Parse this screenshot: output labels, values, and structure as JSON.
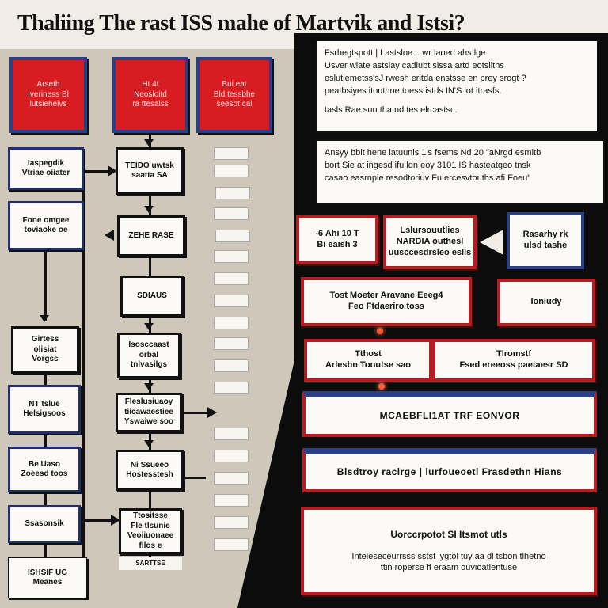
{
  "title": "Thaliing The rast ISS mahe of Martvik and Istsi?",
  "left": {
    "red_headers": [
      [
        "Arseth",
        "Iveriness Bl",
        "lutsieheivs"
      ],
      [
        "Ht 4t",
        "Neosloitd",
        "ra ttesalss"
      ],
      [
        "Bui eat",
        "Bld tessbhe",
        "seesot cal"
      ]
    ],
    "col1_nodes": [
      [
        "Iaspegdik",
        "Vtriae oiiater"
      ],
      [
        "Fone omgee",
        "toviaoke oe"
      ],
      [
        "Girtess",
        "olisiat",
        "Vorgss"
      ],
      [
        "NT tslue",
        "Helsigsoos"
      ],
      [
        "Be Uaso",
        "Zoeesd toos"
      ],
      [
        "Ssasonsik"
      ],
      [
        "ISHSIF UG",
        "Meanes"
      ]
    ],
    "col2_nodes": [
      [
        "TEIDO uwtsk",
        "saatta SA"
      ],
      [
        "ZEHE RASE"
      ],
      [
        "SDIAUS"
      ],
      [
        "Isosccaast",
        "orbal",
        "tnlvasilgs"
      ],
      [
        "Fleslusiuaoy",
        "tiicawaestiee",
        "Yswaiwe soo"
      ],
      [
        "Ni Ssueeo",
        "Hostesstesh"
      ],
      [
        "Ttositsse",
        "Fle tlsunie",
        "Veoiiuonaee",
        "fllos e"
      ]
    ],
    "col2_footer": "SARTTSE"
  },
  "right": {
    "note1": [
      "Fsrhegtspott | Lastsloe... wr laoed ahs lge",
      "Usver wiate astsiay cadiubt sissa artd eotsiiths",
      "eslutiemetss'sJ rwesh eritda enstsse en prey srogt ?",
      "peatbsiyes itouthne toesstistds IN'S lot itrasfs."
    ],
    "note1_footer": "tasls Rae suu tha nd tes elrcastsc.",
    "note2": [
      "Ansyy bbit hene latuunis 1's fsems Nd 20 \"aNrgd esmitb",
      "bort Sie at ingesd ifu ldn eoy 3101 IS hasteatgeo tnsk",
      "casao easrnpie resodtoriuv Fu ercesvtouths afi Foeu\""
    ],
    "row1_left": [
      "-6 Ahi 10 T",
      "Bi eaish 3"
    ],
    "row1_mid": [
      "Lslursouutlies",
      "NARDIA outhesl",
      "uusccesdrsleo eslls"
    ],
    "row1_right": [
      "Rasarhy rk",
      "ulsd tashe"
    ],
    "row2_left": [
      "Tost Moeter Aravane Eeeg4",
      "Feo Ftdaeriro toss"
    ],
    "row2_right": [
      "Ioniudy"
    ],
    "row3_left": [
      "Tthost",
      "Arlesbn Tooutse sao"
    ],
    "row3_right": [
      "Tlromstf",
      "Fsed ereeoss paetaesr SD"
    ],
    "bar1": "MCAEBFLI1AT TRF EONVOR",
    "bar2": "Blsdtroy raclrge | lurfoueoetl Frasdethn Hians",
    "bottom_title": "Uorccrpotot SI Itsmot utls",
    "bottom_lines": [
      "Inteleseceurrsss sstst lygtol tuy aa dl tsbon tlhetno",
      "ttin roperse ff eraam ouvioatlentuse"
    ]
  }
}
